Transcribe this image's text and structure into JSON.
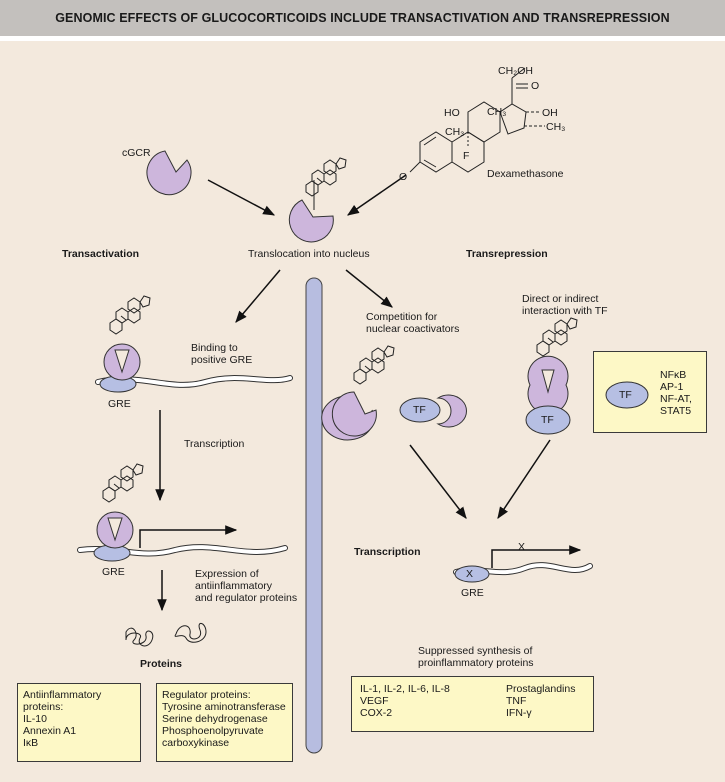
{
  "title": "GENOMIC EFFECTS OF GLUCOCORTICOIDS INCLUDE TRANSACTIVATION AND TRANSREPRESSION",
  "labels": {
    "cgcr": "cGCR",
    "dexamethasone": "Dexamethasone",
    "ch2oh": "CH₂OH",
    "o_top": "O",
    "ho": "HO",
    "ch3_a": "CH₃",
    "ch3_b": "CH₃",
    "oh": "OH",
    "ch3_side": "CH₃",
    "f": "F",
    "o_left": "O",
    "transactivation": "Transactivation",
    "translocation": "Translocation into nucleus",
    "transrepression": "Transrepression",
    "binding_line1": "Binding to",
    "binding_line2": "positive GRE",
    "gre_1": "GRE",
    "transcription_1": "Transcription",
    "gre_2": "GRE",
    "expression_line1": "Expression of",
    "expression_line2": "antiinflammatory",
    "expression_line3": "and regulator proteins",
    "proteins": "Proteins",
    "competition_line1": "Competition for",
    "competition_line2": "nuclear coactivators",
    "direct_line1": "Direct or indirect",
    "direct_line2": "interaction with TF",
    "tf_1": "TF",
    "tf_2": "TF",
    "tf_3": "TF",
    "transcription_2": "Transcription",
    "gre_3": "GRE",
    "x_mark_gre": "X",
    "x_mark_arrow": "X",
    "suppressed_line1": "Suppressed synthesis of",
    "suppressed_line2": "proinflammatory proteins"
  },
  "tf_box": [
    "NFκB",
    "AP-1",
    "NF-AT,",
    "STAT5"
  ],
  "antiinflammatory_box": [
    "Antiinflammatory",
    "proteins:",
    "IL-10",
    "Annexin A1",
    "IκB"
  ],
  "regulator_box": [
    "Regulator proteins:",
    "Tyrosine aminotransferase",
    "Serine dehydrogenase",
    "Phosphoenolpyruvate",
    "carboxykinase"
  ],
  "proinflammatory_box": {
    "left": [
      "IL-1, IL-2, IL-6, IL-8",
      "VEGF",
      "COX-2"
    ],
    "right": [
      "Prostaglandins",
      "TNF",
      "IFN-γ"
    ]
  },
  "colors": {
    "background": "#f3e9dd",
    "title_bar": "#c3c0bd",
    "receptor": "#cdb6dc",
    "gre_ellipse": "#b6bfe3",
    "nucleus_bar": "#b7bde0",
    "box_fill": "#fdf8c6"
  }
}
